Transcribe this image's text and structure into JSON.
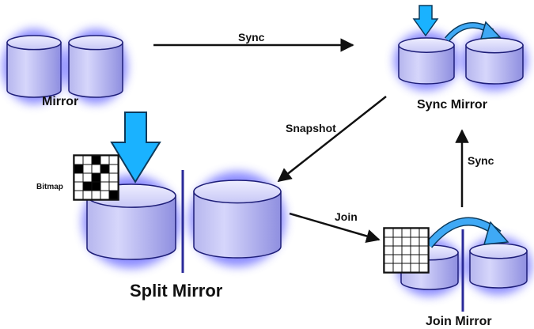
{
  "labels": {
    "mirror": "Mirror",
    "sync_mirror": "Sync Mirror",
    "split_mirror": "Split Mirror",
    "join_mirror": "Join Mirror",
    "bitmap": "Bitmap"
  },
  "arrows": {
    "sync_top": "Sync",
    "snapshot": "Snapshot",
    "join": "Join",
    "sync_right": "Sync"
  },
  "colors": {
    "disk_top": "#dcdcff",
    "disk_body_light": "#c4c4f4",
    "disk_body_dark": "#8f8fe0",
    "disk_stroke": "#1e1e78",
    "glow": "#7070ff",
    "down_arrow": "#1ab2ff",
    "down_arrow_stroke": "#0b3a5c",
    "curve_arrow": "#3fa9f5",
    "divider": "#2a2a9a",
    "connector": "#111111"
  },
  "bitmap_pattern": [
    [
      0,
      0,
      1,
      0,
      0
    ],
    [
      1,
      0,
      0,
      1,
      0
    ],
    [
      0,
      0,
      1,
      0,
      0
    ],
    [
      0,
      1,
      1,
      0,
      0
    ],
    [
      0,
      0,
      0,
      0,
      1
    ]
  ]
}
